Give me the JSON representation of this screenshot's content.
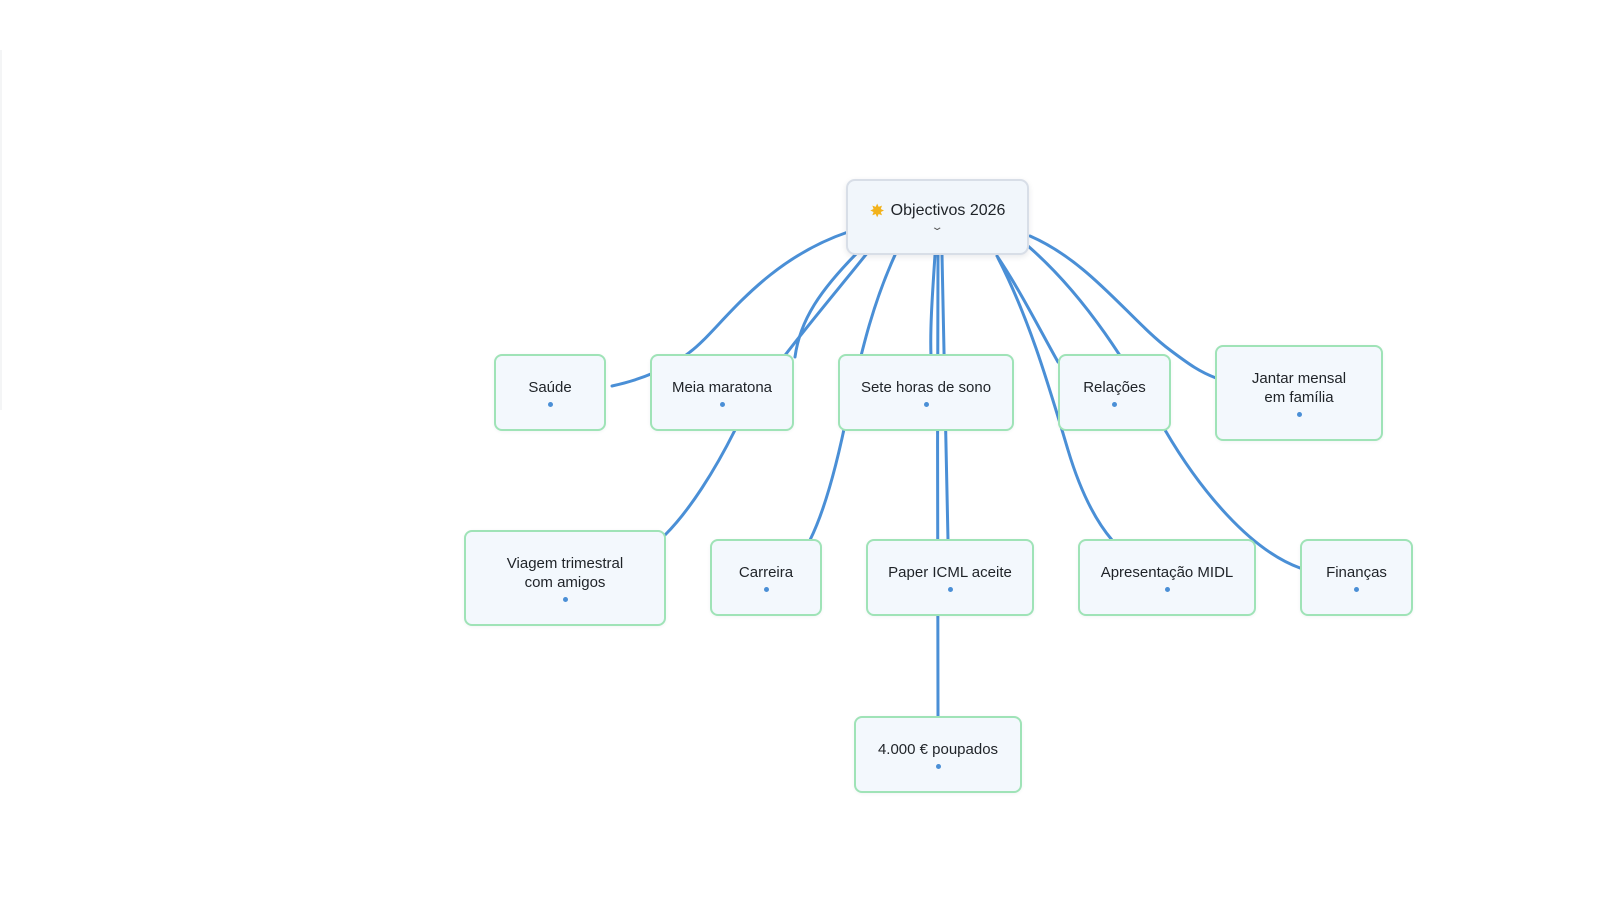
{
  "colors": {
    "edge": "#4a8fd6",
    "node_border": "#9fe3b7",
    "node_fill": "#f3f8fd",
    "root_border": "#d8dee7",
    "star": "#f2b21b"
  },
  "root": {
    "icon": "star-icon",
    "label": "Objectivos 2026",
    "chevron": "chevron-down-icon"
  },
  "nodes": {
    "saude": "Saúde",
    "meia_maratona": "Meia maratona",
    "sete_horas": "Sete horas de sono",
    "relacoes": "Relações",
    "jantar_l1": "Jantar mensal",
    "jantar_l2": "em família",
    "viagem_l1": "Viagem trimestral",
    "viagem_l2": "com amigos",
    "carreira": "Carreira",
    "paper": "Paper ICML aceite",
    "midl": "Apresentação MIDL",
    "financas": "Finanças",
    "poupados": "4.000 € poupados"
  }
}
